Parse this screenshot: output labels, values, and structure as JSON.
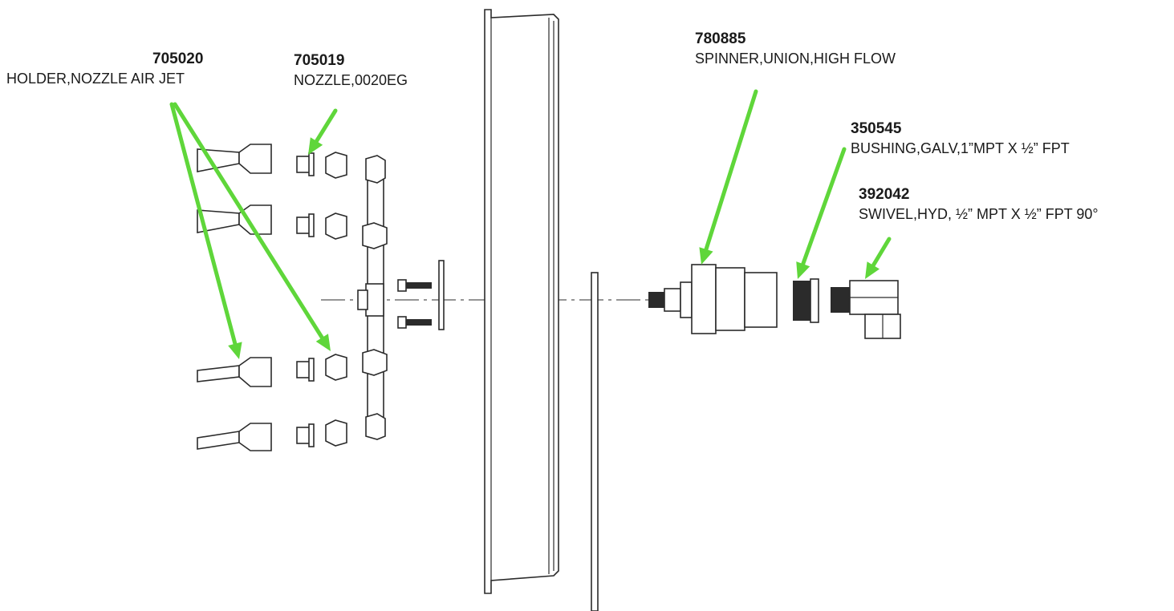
{
  "colors": {
    "arrow": "#5fd63a",
    "line": "#2b2b2b"
  },
  "callouts": [
    {
      "id": "holder",
      "part_number": "705020",
      "description": "HOLDER,NOZZLE AIR JET"
    },
    {
      "id": "nozzle",
      "part_number": "705019",
      "description": "NOZZLE,0020EG"
    },
    {
      "id": "spinner",
      "part_number": "780885",
      "description": "SPINNER,UNION,HIGH FLOW"
    },
    {
      "id": "bushing",
      "part_number": "350545",
      "description": "BUSHING,GALV,1”MPT X ½” FPT"
    },
    {
      "id": "swivel",
      "part_number": "392042",
      "description": "SWIVEL,HYD, ½” MPT X ½” FPT 90°"
    }
  ]
}
